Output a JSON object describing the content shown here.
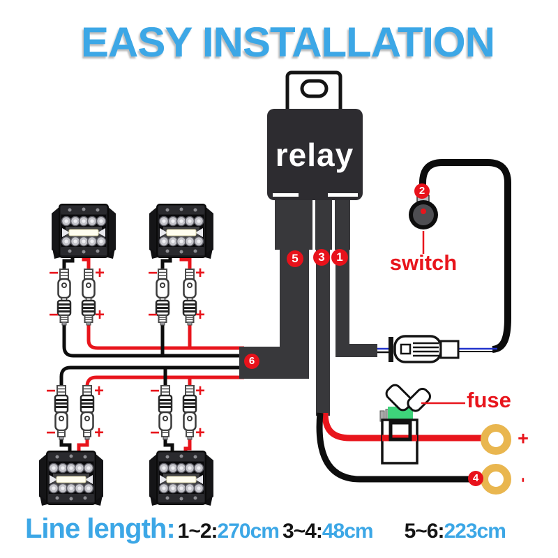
{
  "title": "EASY INSTALLATION",
  "diagram": {
    "relay_label": "relay",
    "switch_label": "switch",
    "fuse_label": "fuse",
    "markers": {
      "m1": "1",
      "m2": "2",
      "m3": "3",
      "m4": "4",
      "m5": "5",
      "m6": "6"
    },
    "polarity": {
      "plus": "+",
      "minus": "−"
    },
    "battery_terminals": {
      "positive": "+",
      "negative": "-"
    }
  },
  "line_length": {
    "heading": "Line length:",
    "segments": [
      {
        "pair": "1~2:",
        "value": "270cm"
      },
      {
        "pair": "3~4:",
        "value": "48cm"
      },
      {
        "pair": "5~6:",
        "value": "223cm"
      }
    ]
  },
  "colors": {
    "accent_blue": "#3CA7E6",
    "wire_red": "#E8151C",
    "wire_black": "#0D0D0D",
    "sleeve_gray": "#38383B",
    "marker_red": "#E8121B",
    "ring_gold": "#E9B64F",
    "fuse_green": "#3ED47B",
    "signal_blue": "#2233CC"
  }
}
